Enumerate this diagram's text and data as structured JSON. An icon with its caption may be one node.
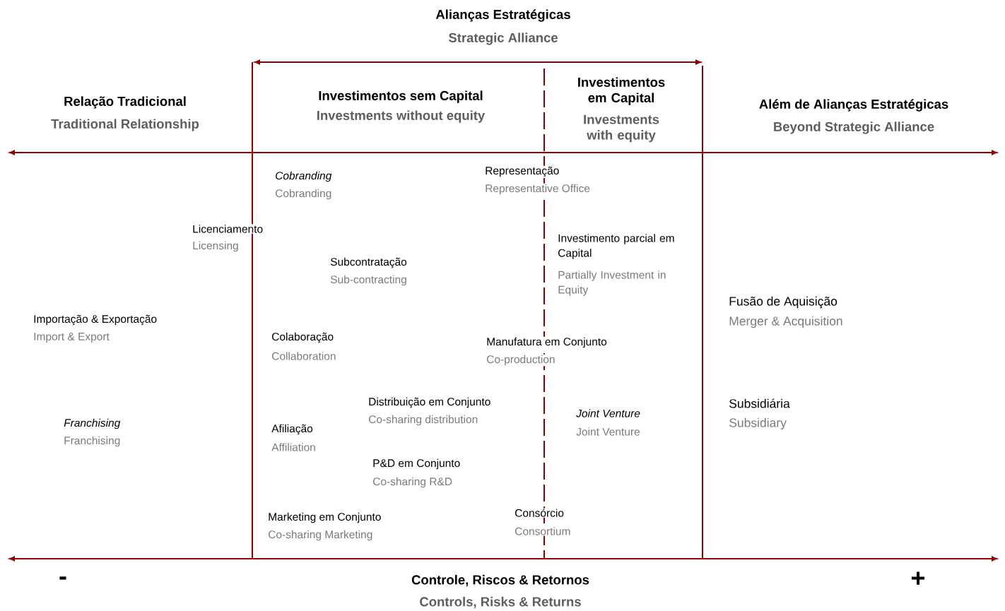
{
  "diagram": {
    "labels": [
      "Alianças Estratégicas",
      "Strategic Alliance",
      "Relação Tradicional",
      "Traditional Relationship",
      "Investimentos sem Capital",
      "Investments without equity",
      "Investimentos em Capital",
      "Investments with equity",
      "Além de Alianças Estratégicas",
      "Beyond Strategic Alliance",
      "Cobranding",
      "Cobranding",
      "Representação",
      "Representative Office",
      "Licenciamento",
      "Licensing",
      "Investimento parcial em Capital",
      "Partially Investment in Equity",
      "Subcontratação",
      "Sub-contracting",
      "Fusão de Aquisição",
      "Merger & Acquisition",
      "Importação & Exportação",
      "Import & Export",
      "Colaboração",
      "Collaboration",
      "Manufatura em Conjunto",
      "Co-production",
      "Distribuição em Conjunto",
      "Co-sharing distribution",
      "Subsidiária",
      "Subsidiary",
      "Joint Venture",
      "Joint Venture",
      "Franchising",
      "Franchising",
      "Afiliação",
      "Affiliation",
      "P&D em Conjunto",
      "Co-sharing R&D",
      "Marketing em Conjunto",
      "Co-sharing Marketing",
      "Consórcio",
      "Consortium",
      "-",
      "Controle, Riscos & Retornos",
      "Controls, Risks & Returns",
      "+"
    ]
  }
}
